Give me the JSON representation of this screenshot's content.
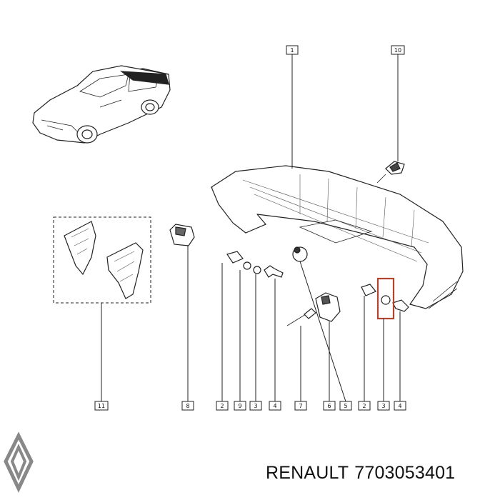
{
  "brand": "RENAULT",
  "part_number": "7703053401",
  "callouts": [
    {
      "id": "c1",
      "label": "1"
    },
    {
      "id": "c10",
      "label": "10"
    },
    {
      "id": "c11",
      "label": "11"
    },
    {
      "id": "c8",
      "label": "8"
    },
    {
      "id": "c2a",
      "label": "2"
    },
    {
      "id": "c9",
      "label": "9"
    },
    {
      "id": "c3a",
      "label": "3"
    },
    {
      "id": "c4a",
      "label": "4"
    },
    {
      "id": "c7",
      "label": "7"
    },
    {
      "id": "c6",
      "label": "6"
    },
    {
      "id": "c5",
      "label": "5"
    },
    {
      "id": "c2b",
      "label": "2"
    },
    {
      "id": "c3b",
      "label": "3"
    },
    {
      "id": "c4b",
      "label": "4"
    }
  ],
  "highlight_color": "#b5442f"
}
